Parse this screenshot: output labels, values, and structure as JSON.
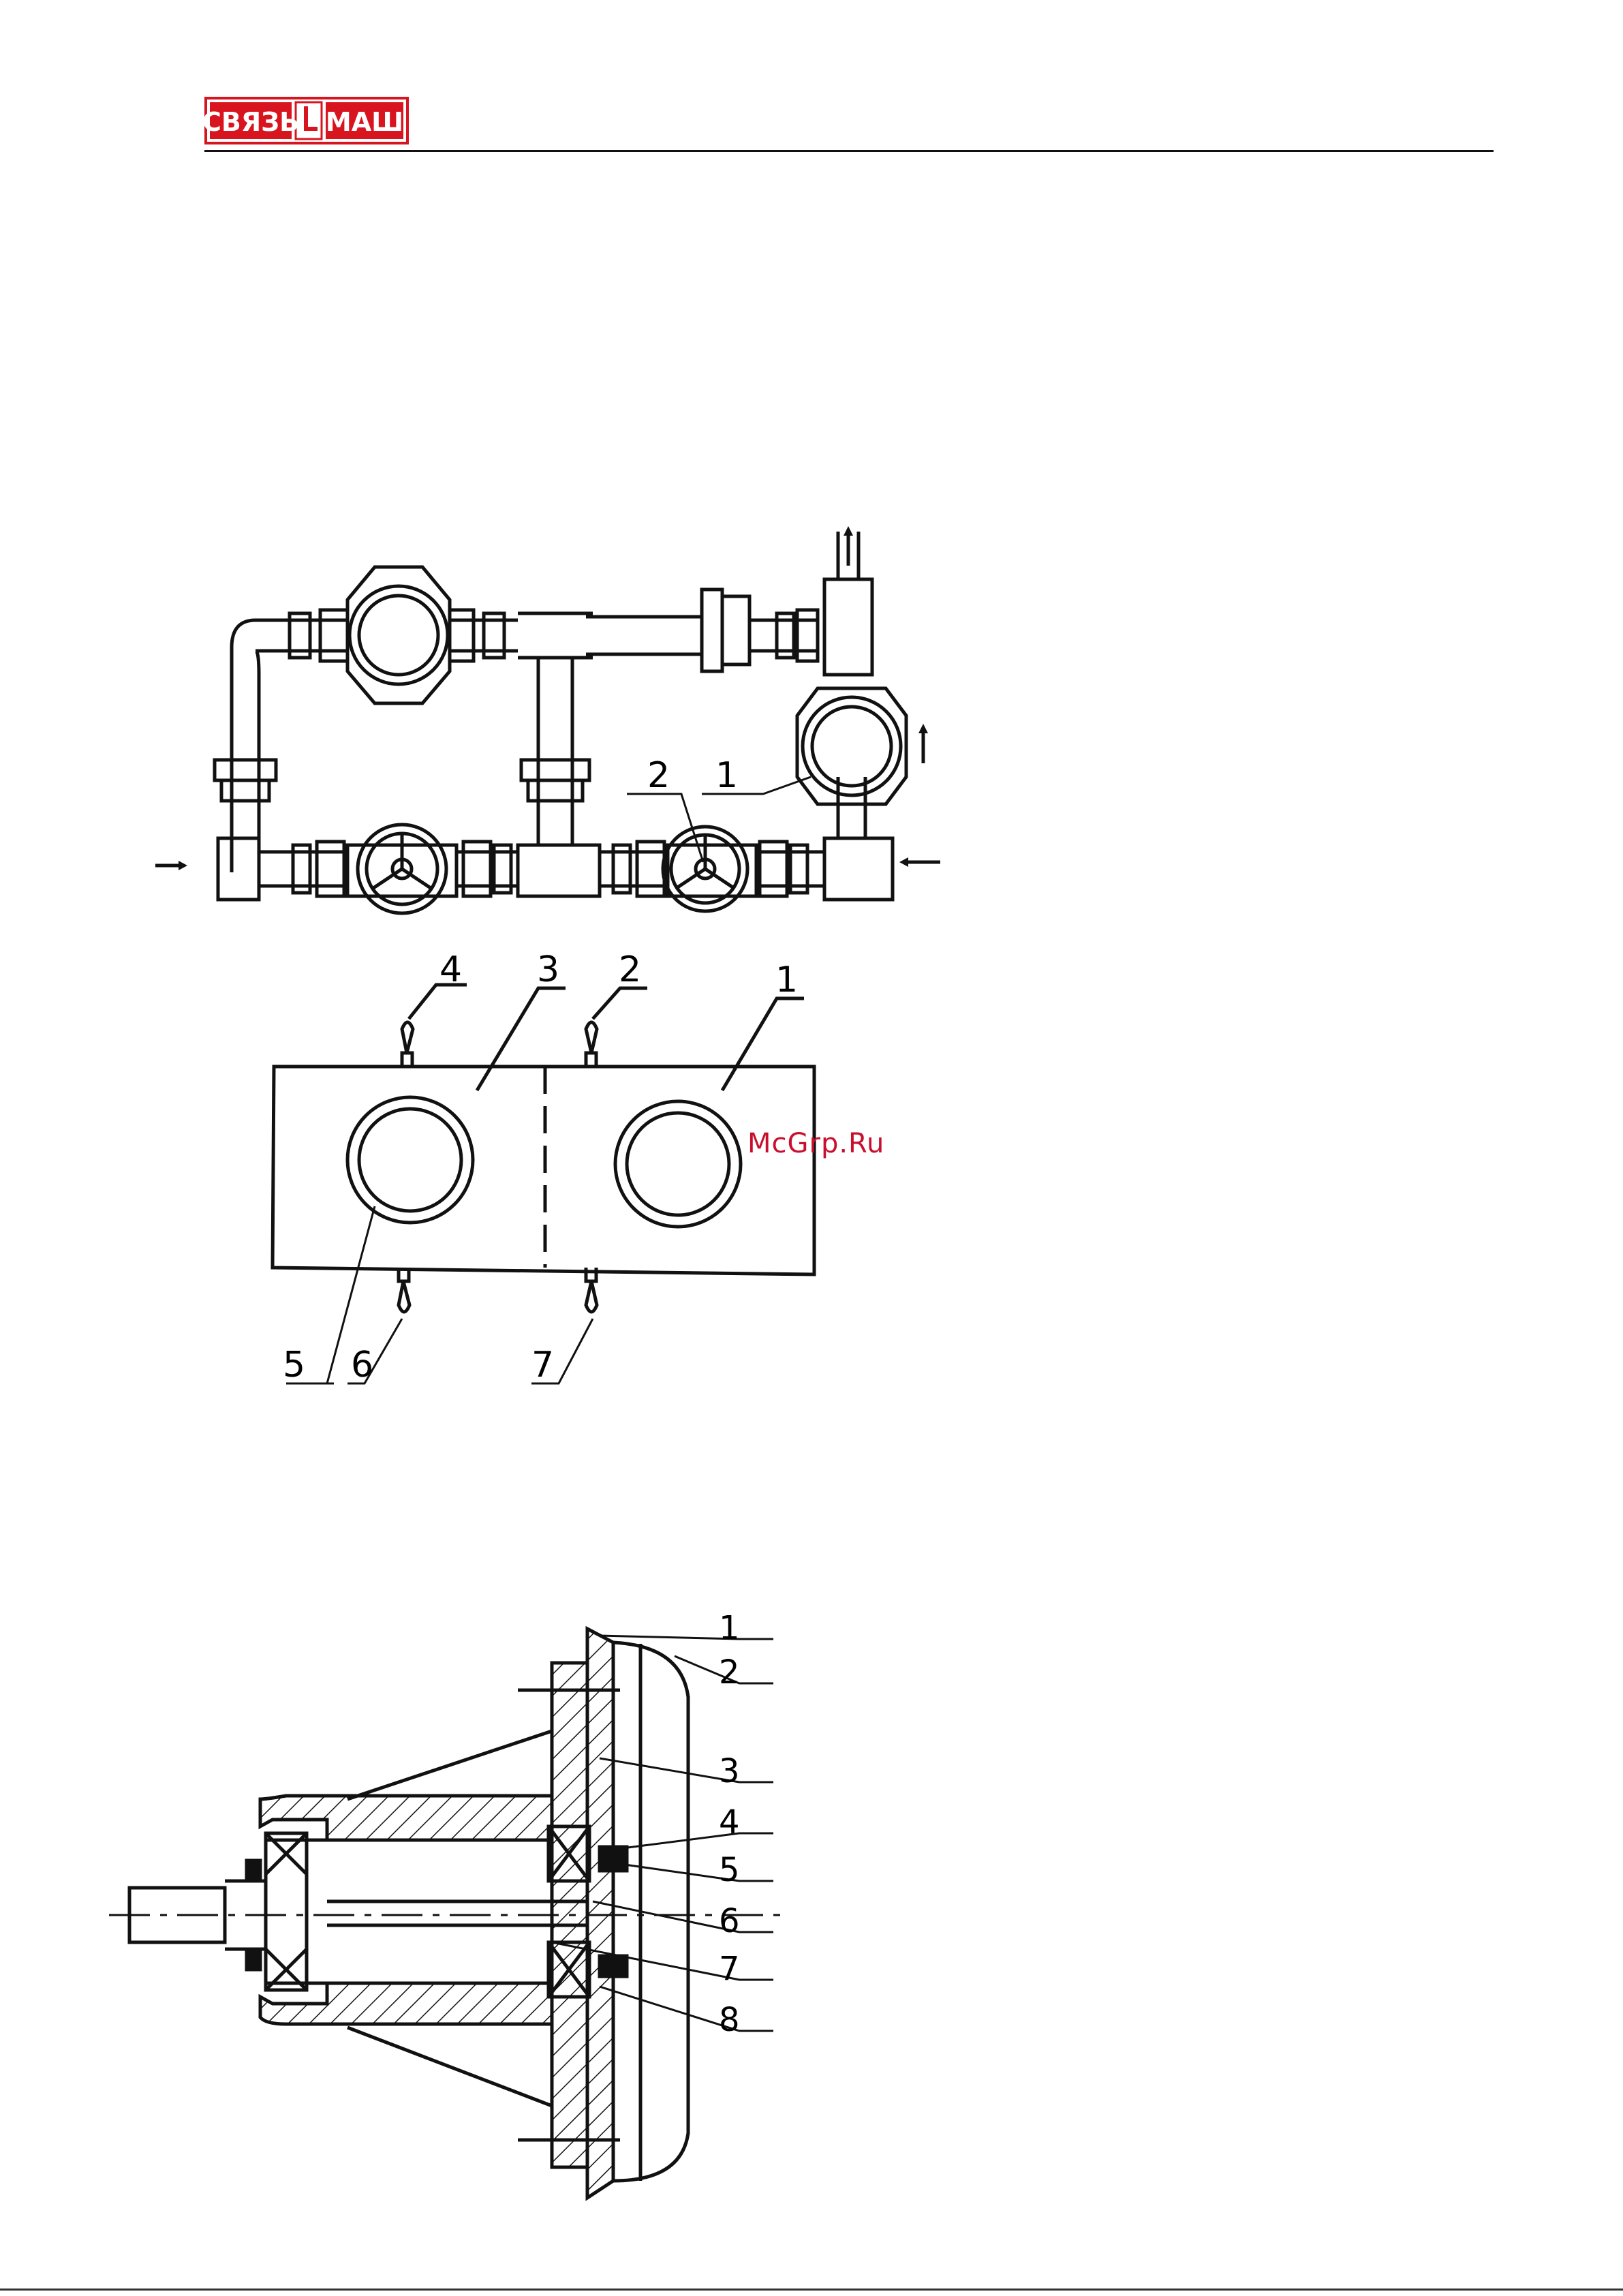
{
  "header": {
    "logo_text": "СВЯЗЬ МАШ"
  },
  "watermark": "McGrp.Ru",
  "figure1": {
    "callouts": [
      "1",
      "2"
    ]
  },
  "figure2": {
    "callouts": [
      "1",
      "2",
      "3",
      "4",
      "5",
      "6",
      "7"
    ]
  },
  "figure3": {
    "callouts": [
      "1",
      "2",
      "3",
      "4",
      "5",
      "6",
      "7",
      "8"
    ]
  }
}
